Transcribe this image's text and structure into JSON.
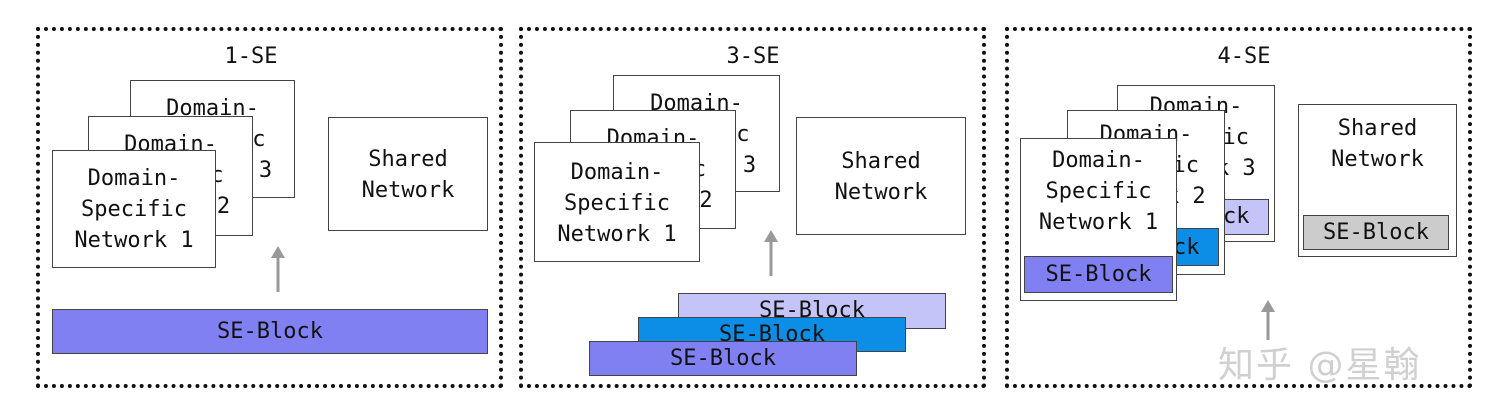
{
  "panels": [
    {
      "title": "1-SE",
      "dsn": [
        [
          "Domain-",
          "Specific",
          "Network 3"
        ],
        [
          "Domain-",
          "Specific",
          "Network 2"
        ],
        [
          "Domain-",
          "Specific",
          "Network 1"
        ]
      ],
      "shared": [
        "Shared",
        "Network"
      ],
      "se_block": "SE-Block"
    },
    {
      "title": "3-SE",
      "dsn": [
        [
          "Domain-",
          "Specific",
          "Network 3"
        ],
        [
          "Domain-",
          "Specific",
          "Network 2"
        ],
        [
          "Domain-",
          "Specific",
          "Network 1"
        ]
      ],
      "shared": [
        "Shared",
        "Network"
      ],
      "se_blocks": [
        "SE-Block",
        "SE-Block",
        "SE-Block"
      ]
    },
    {
      "title": "4-SE",
      "dsn": [
        [
          "Domain-",
          "Specific",
          "Network 3"
        ],
        [
          "Domain-",
          "Specific",
          "Network 2"
        ],
        [
          "Domain-",
          "Specific",
          "Network 1"
        ]
      ],
      "se_blocks": [
        "SE-Block",
        "SE-Block",
        "SE-Block"
      ],
      "shared": [
        "Shared",
        "Network"
      ],
      "shared_se": "SE-Block"
    }
  ],
  "watermark": "知乎 @星翰",
  "colors": {
    "se_purple": "#8080f2",
    "se_light": "#c4c4f8",
    "se_blue": "#0d8ee6",
    "se_gray": "#cccccc"
  }
}
